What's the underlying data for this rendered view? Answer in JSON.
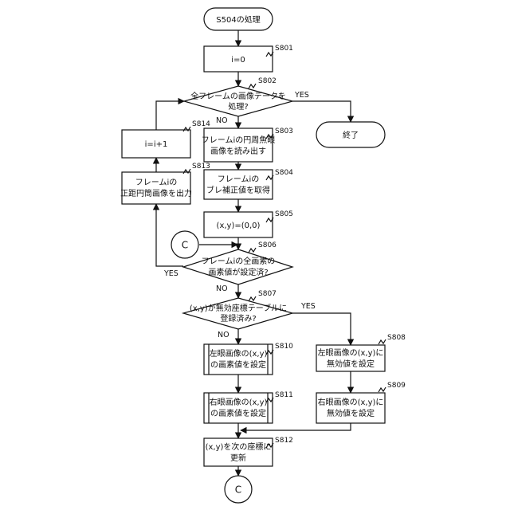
{
  "nodes": {
    "start": "S504の処理",
    "s801": "i=0",
    "s802": [
      "全フレームの画像データを",
      "処理?"
    ],
    "end": "終了",
    "s803": [
      "フレームiの円周魚眼",
      "画像を読み出す"
    ],
    "s804": [
      "フレームiの",
      "ブレ補正値を取得"
    ],
    "s805": "(x,y)=(0,0)",
    "connector_top": "C",
    "s806": [
      "フレームiの全画素の",
      "画素値が設定済?"
    ],
    "s807": [
      "(x,y)が無効座標テーブルに",
      "登録済み?"
    ],
    "s810": [
      "左眼画像の(x,y)",
      "の画素値を設定"
    ],
    "s811": [
      "右眼画像の(x,y)",
      "の画素値を設定"
    ],
    "s808": [
      "左眼画像の(x,y)に",
      "無効値を設定"
    ],
    "s809": [
      "右眼画像の(x,y)に",
      "無効値を設定"
    ],
    "s812": [
      "(x,y)を次の座標に",
      "更新"
    ],
    "connector_bottom": "C",
    "s813": [
      "フレームiの",
      "正距円筒画像を出力"
    ],
    "s814": "i=i+1"
  },
  "tags": {
    "s801": "S801",
    "s802": "S802",
    "s803": "S803",
    "s804": "S804",
    "s805": "S805",
    "s806": "S806",
    "s807": "S807",
    "s808": "S808",
    "s809": "S809",
    "s810": "S810",
    "s811": "S811",
    "s812": "S812",
    "s813": "S813",
    "s814": "S814"
  },
  "labels": {
    "s802_yes": "YES",
    "s802_no": "NO",
    "s806_yes": "YES",
    "s806_no": "NO",
    "s807_yes": "YES",
    "s807_no": "NO"
  }
}
